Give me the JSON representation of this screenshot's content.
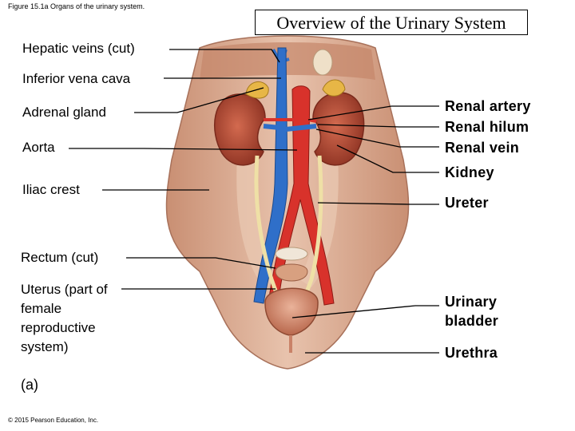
{
  "caption": "Figure 15.1a Organs of the urinary system.",
  "title": "Overview of the Urinary System",
  "panel_letter": "(a)",
  "copyright": "© 2015 Pearson Education, Inc.",
  "labels_left": [
    {
      "key": "hepatic",
      "text": "Hepatic veins (cut)"
    },
    {
      "key": "ivc",
      "text": "Inferior vena cava"
    },
    {
      "key": "adrenal",
      "text": "Adrenal gland"
    },
    {
      "key": "aorta",
      "text": "Aorta"
    },
    {
      "key": "iliac",
      "text": "Iliac crest"
    },
    {
      "key": "rectum",
      "text": "Rectum (cut)"
    },
    {
      "key": "uterus",
      "text": "Uterus (part of female reproductive system)"
    }
  ],
  "labels_right": [
    {
      "key": "renal_artery",
      "text": "Renal artery"
    },
    {
      "key": "renal_hilum",
      "text": "Renal hilum"
    },
    {
      "key": "renal_vein",
      "text": "Renal vein"
    },
    {
      "key": "kidney",
      "text": "Kidney"
    },
    {
      "key": "ureter",
      "text": "Ureter"
    },
    {
      "key": "bladder",
      "text": "Urinary bladder"
    },
    {
      "key": "urethra",
      "text": "Urethra"
    }
  ],
  "colors": {
    "muscle": "#d9a98e",
    "muscle_dark": "#b97b62",
    "kidney": "#b8523b",
    "artery": "#d8322b",
    "vein": "#2f6fc9",
    "ureter": "#efe0a6",
    "adrenal": "#e7b646",
    "bladder": "#d88a6e"
  }
}
